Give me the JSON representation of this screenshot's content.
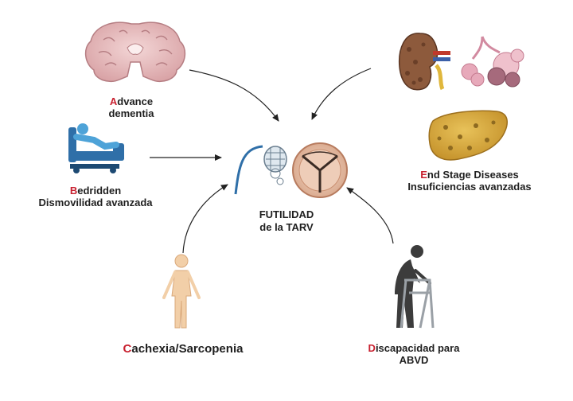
{
  "center": {
    "line1": "FUTILIDAD",
    "line2": "de la TARV"
  },
  "items": {
    "dementia": {
      "first": "A",
      "rest": "dvance",
      "line2": "dementia"
    },
    "bedridden": {
      "first": "B",
      "rest": "edridden",
      "line2": "Dismovilidad avanzada"
    },
    "esd": {
      "first": "E",
      "rest": "nd Stage Diseases",
      "line2": "Insuficiencias avanzadas"
    },
    "cachexia": {
      "first": "C",
      "rest": "achexia/Sarcopenia"
    },
    "disability": {
      "first": "D",
      "rest": "iscapacidad para",
      "line2": "ABVD"
    }
  },
  "colors": {
    "accent": "#c8202f",
    "text": "#1f1f1f",
    "arrow": "#222222"
  }
}
